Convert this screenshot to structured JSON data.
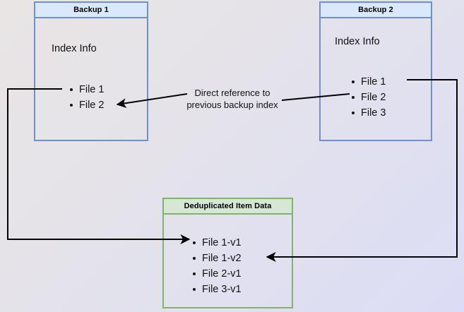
{
  "diagram": {
    "title_hidden": "",
    "background": {
      "gradient_from": "#e9e5e5",
      "gradient_to": "#dcdcf6"
    },
    "colors": {
      "blue_border": "#7091c8",
      "blue_fill": "#dae8fc",
      "green_border": "#82b366",
      "green_fill": "#d5e8d4",
      "connector": "#000000"
    },
    "boxes": [
      {
        "id": "backup-1",
        "header": "Backup 1",
        "body_label": "Index Info",
        "items": [
          "File 1",
          "File 2"
        ]
      },
      {
        "id": "backup-2",
        "header": "Backup 2",
        "body_label": "Index Info",
        "items": [
          "File 1",
          "File 2",
          "File 3"
        ]
      },
      {
        "id": "deduplicated-item-data",
        "header": "Deduplicated Item Data",
        "items": [
          "File 1-v1",
          "File 1-v2",
          "File 2-v1",
          "File 3-v1"
        ]
      }
    ],
    "annotations": {
      "direct_reference_line1": "Direct reference to",
      "direct_reference_line2": "previous backup index"
    }
  }
}
